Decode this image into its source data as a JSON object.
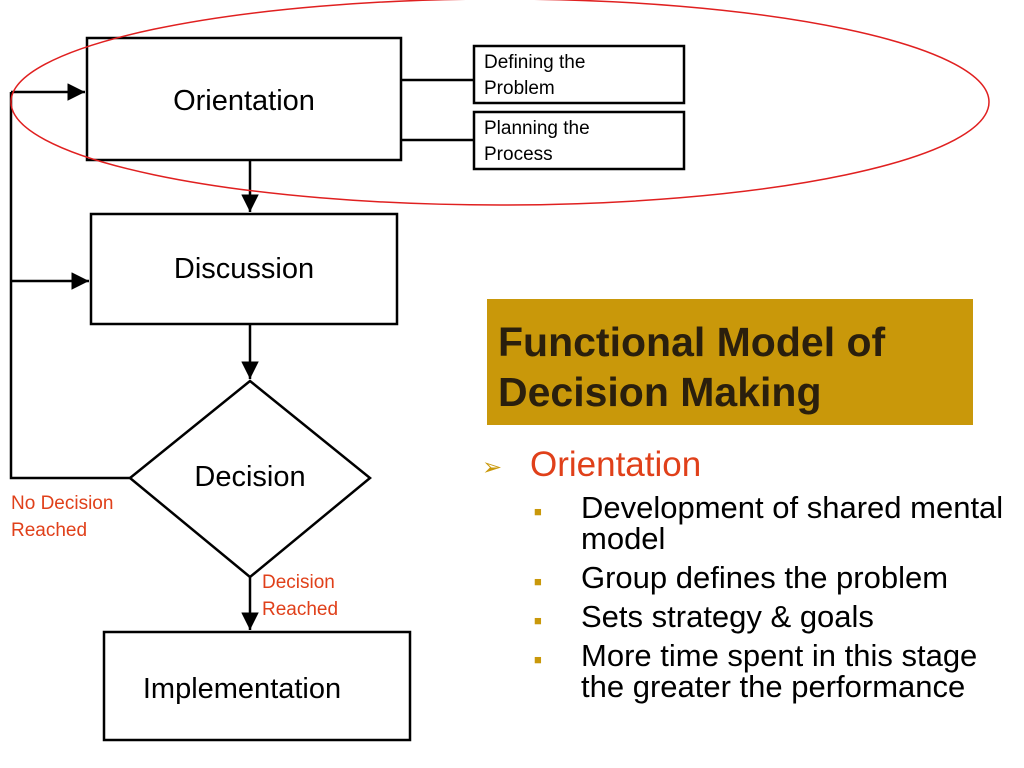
{
  "diagram": {
    "boxes": {
      "orientation": "Orientation",
      "discussion": "Discussion",
      "decision": "Decision",
      "implementation": "Implementation"
    },
    "subboxes": {
      "defining": "Defining the Problem",
      "planning": "Planning the Process"
    },
    "labels": {
      "no_decision": "No Decision Reached",
      "decision_reached": "Decision Reached"
    }
  },
  "title": "Functional Model of Decision Making",
  "bullets": {
    "heading": "Orientation",
    "items": [
      "Development of shared mental model",
      "Group defines the problem",
      "Sets strategy & goals",
      "More time spent in this stage the greater the performance"
    ]
  },
  "colors": {
    "title_bg": "#c9980a",
    "accent_red": "#e0401a",
    "ellipse": "#e02020"
  },
  "icons": {
    "level1_marker": "arrowhead-bullet-icon",
    "level2_marker": "square-bullet-icon"
  }
}
